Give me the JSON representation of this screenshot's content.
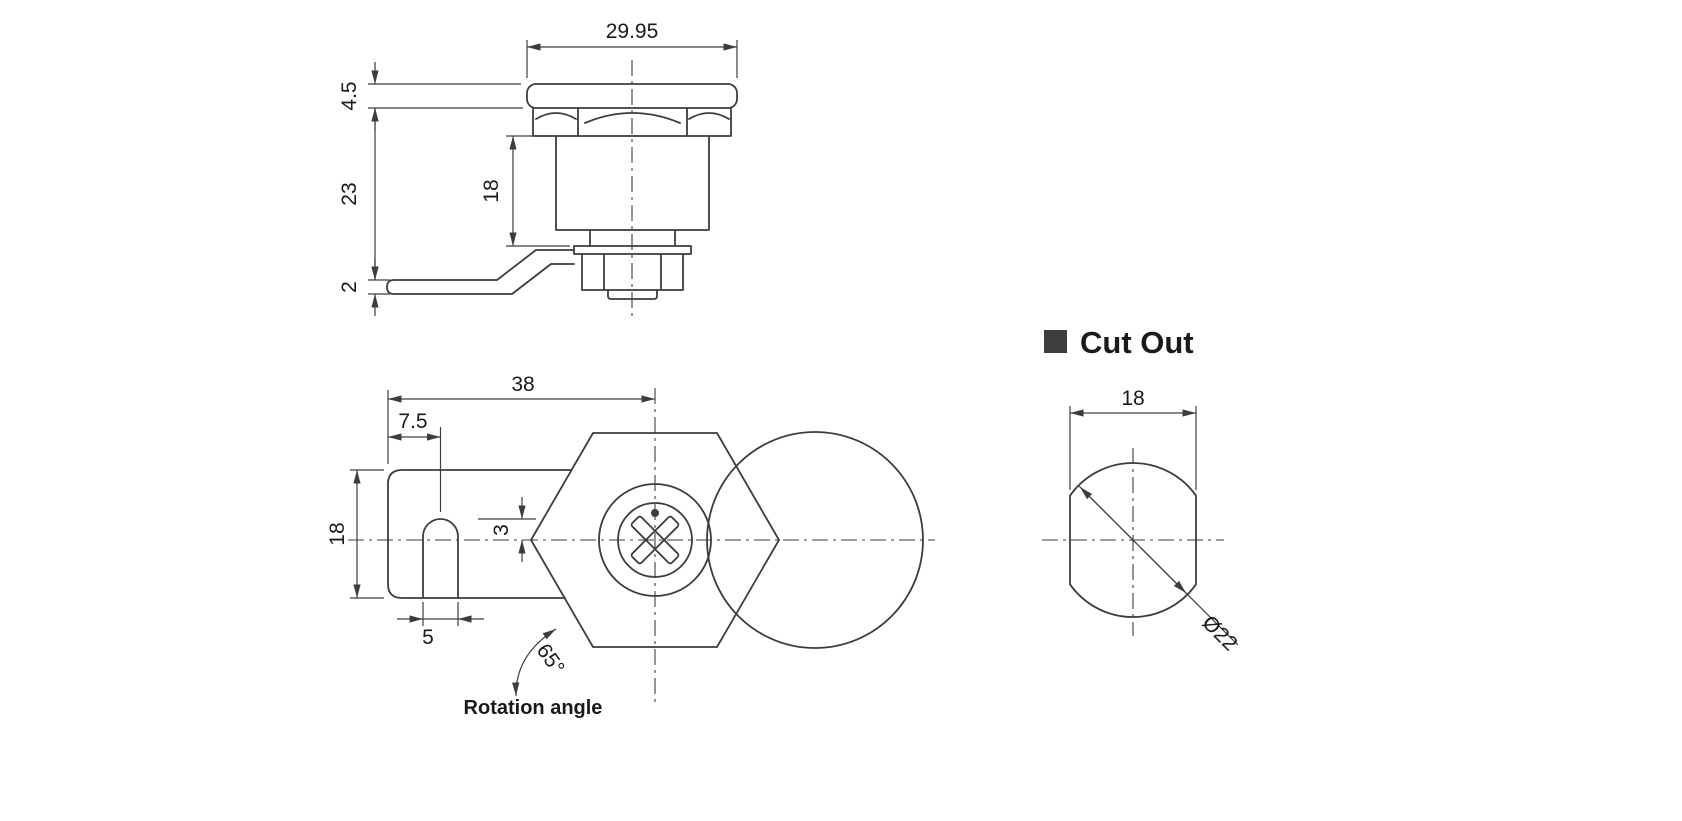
{
  "colors": {
    "line": "#3d3d3d",
    "text": "#1a1a1a"
  },
  "front_view": {
    "dim_width": "29.95",
    "dim_cap_height": "4.5",
    "dim_body_height": "23",
    "dim_bracket_thickness": "2",
    "dim_barrel_height": "18"
  },
  "plan_view": {
    "dim_total_length": "38",
    "dim_slot_offset": "7.5",
    "dim_plate_width": "18",
    "dim_cam_rise": "3",
    "dim_slot_width": "5",
    "rotation_angle": "65°",
    "rotation_label": "Rotation angle"
  },
  "cutout_view": {
    "title": "Cut Out",
    "dim_across_flats": "18",
    "dim_diameter": "Ø22"
  }
}
